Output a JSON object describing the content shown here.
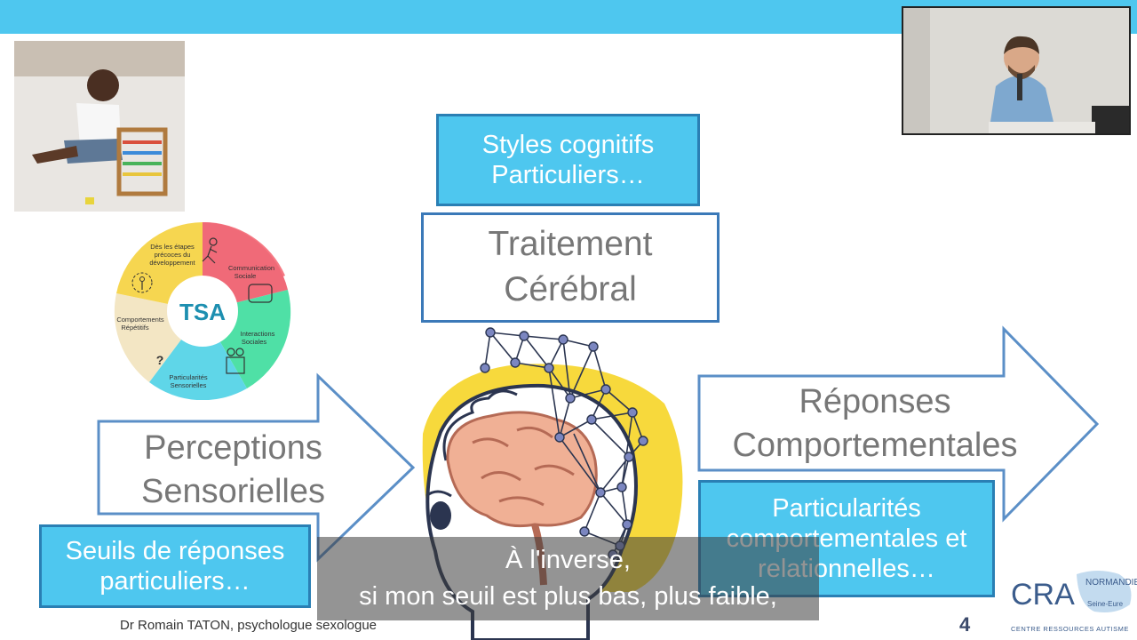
{
  "slide": {
    "top_box": {
      "line1": "Styles cognitifs",
      "line2": "Particuliers…"
    },
    "center_box": {
      "line1": "Traitement",
      "line2": "Cérébral"
    },
    "left_arrow": {
      "line1": "Perceptions",
      "line2": "Sensorielles"
    },
    "left_box": {
      "line1": "Seuils de réponses",
      "line2": "particuliers…"
    },
    "right_arrow": {
      "line1": "Réponses",
      "line2": "Comportementales"
    },
    "right_box": {
      "line1": "Particularités",
      "line2": "comportementales et",
      "line3": "relationnelles…"
    },
    "tsa": {
      "center": "TSA",
      "seg1_l1": "Dès les étapes",
      "seg1_l2": "précoces du",
      "seg1_l3": "développement",
      "seg2_l1": "Communication",
      "seg2_l2": "Sociale",
      "seg3_l1": "Interactions",
      "seg3_l2": "Sociales",
      "seg4_l1": "Particularités",
      "seg4_l2": "Sensorielles",
      "seg5_l1": "Comportements",
      "seg5_l2": "Répétitifs",
      "question": "?"
    }
  },
  "subtitle": {
    "line1": "À l'inverse,",
    "line2": "si mon seuil est plus bas, plus faible,"
  },
  "footer": {
    "author": "Dr Romain TATON, psychologue sexologue",
    "page": "4"
  },
  "logo": {
    "cra": "CRA",
    "region": "NORMANDIE",
    "sub": "Seine-Eure",
    "name": "CENTRE RESSOURCES AUTISME"
  },
  "colors": {
    "accent": "#4ec7ef",
    "border": "#3b79b8",
    "text_gray": "#777777"
  }
}
